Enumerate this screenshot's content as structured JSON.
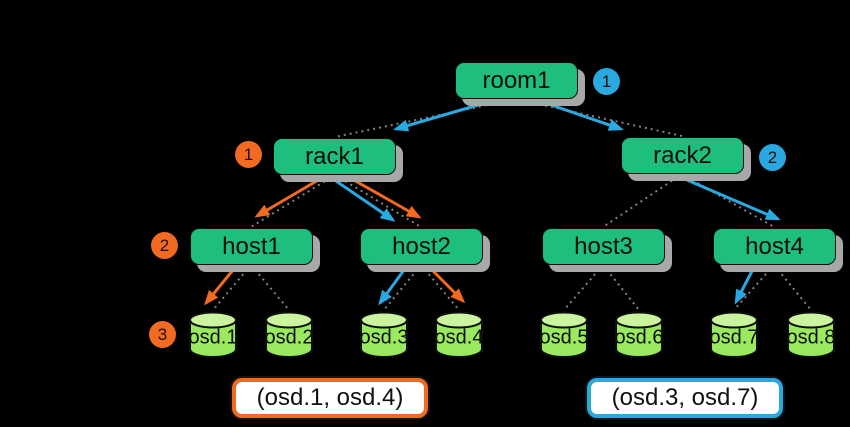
{
  "tree": {
    "root": {
      "label": "room1"
    },
    "racks": [
      {
        "label": "rack1"
      },
      {
        "label": "rack2"
      }
    ],
    "hosts": [
      {
        "label": "host1"
      },
      {
        "label": "host2"
      },
      {
        "label": "host3"
      },
      {
        "label": "host4"
      }
    ],
    "osds": [
      {
        "label": "osd.1"
      },
      {
        "label": "osd.2"
      },
      {
        "label": "osd.3"
      },
      {
        "label": "osd.4"
      },
      {
        "label": "osd.5"
      },
      {
        "label": "osd.6"
      },
      {
        "label": "osd.7"
      },
      {
        "label": "osd.8"
      }
    ]
  },
  "badges": {
    "orange": [
      "1",
      "2",
      "3"
    ],
    "blue": [
      "1",
      "2"
    ]
  },
  "results": [
    {
      "label": "(osd.1, osd.4)",
      "color": "orange"
    },
    {
      "label": "(osd.3, osd.7)",
      "color": "blue"
    }
  ],
  "colors": {
    "background": "#000000",
    "node_fill": "#1ebe7d",
    "node_border": "#0d0d0d",
    "node_shadow": "#a8a8a8",
    "osd_body": "#9ae95f",
    "osd_top": "#caf49e",
    "orange": "#f26921",
    "blue": "#29a9e0",
    "edge_gray": "#828282",
    "result_bg": "#ffffff",
    "text": "#111111"
  }
}
